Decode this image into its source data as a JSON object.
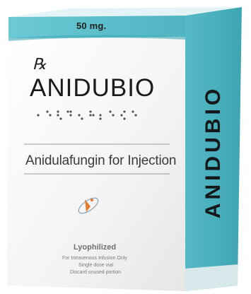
{
  "front_panel": {
    "strength": "50 mg.",
    "rx_symbol": "℞",
    "brand_name": "ANIDUBIO",
    "generic_name": "Anidulafungin for Injection",
    "form": "Lyophilized",
    "notes": [
      "For Intravenous Infusion Only",
      "Single dose vial",
      "Discard unused portion"
    ]
  },
  "side_panel": {
    "brand_name": "ANIDUBIO"
  },
  "colors": {
    "teal": "#5bbfcb",
    "teal_dark": "#3fa8b6",
    "side_teal": "#4fb4c1",
    "box_white": "#f3f3f3",
    "logo_orange": "#e77c2c"
  },
  "icons": [
    "braille-dots",
    "orbit-logo-icon"
  ]
}
